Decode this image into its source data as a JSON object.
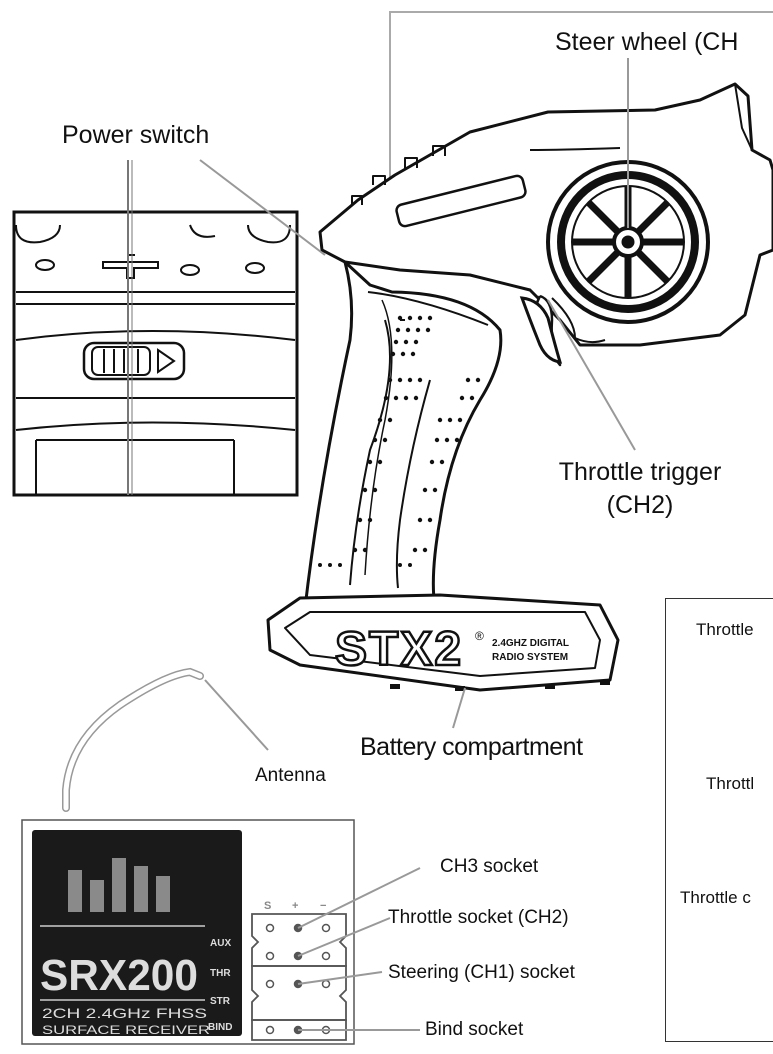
{
  "labels": {
    "steer_wheel": "Steer wheel (CH",
    "power_switch": "Power switch",
    "throttle_trigger_line1": "Throttle trigger",
    "throttle_trigger_line2": "(CH2)",
    "battery": "Battery compartment",
    "antenna": "Antenna",
    "ch3_socket": "CH3 socket",
    "throttle_socket": "Throttle socket (CH2)",
    "steering_socket": "Steering (CH1) socket",
    "bind_socket": "Bind socket",
    "side_1": "Throttle",
    "side_2": "Throttl",
    "side_3": "Throttle c"
  },
  "transmitter": {
    "logo": "STX2",
    "reg_mark": "®",
    "tagline_1": "2.4GHZ DIGITAL",
    "tagline_2": "RADIO SYSTEM"
  },
  "receiver": {
    "model": "SRX200",
    "line1": "2CH 2.4GHz FHSS",
    "line2": "SURFACE RECEIVER",
    "channels": [
      "AUX",
      "THR",
      "STR",
      "BIND"
    ],
    "pin_headers": [
      "S",
      "+",
      "−"
    ]
  },
  "colors": {
    "ink": "#111111",
    "leader_line": "#999999",
    "receiver_body": "#1a1a1a",
    "receiver_bars": "#8a8a8a"
  }
}
